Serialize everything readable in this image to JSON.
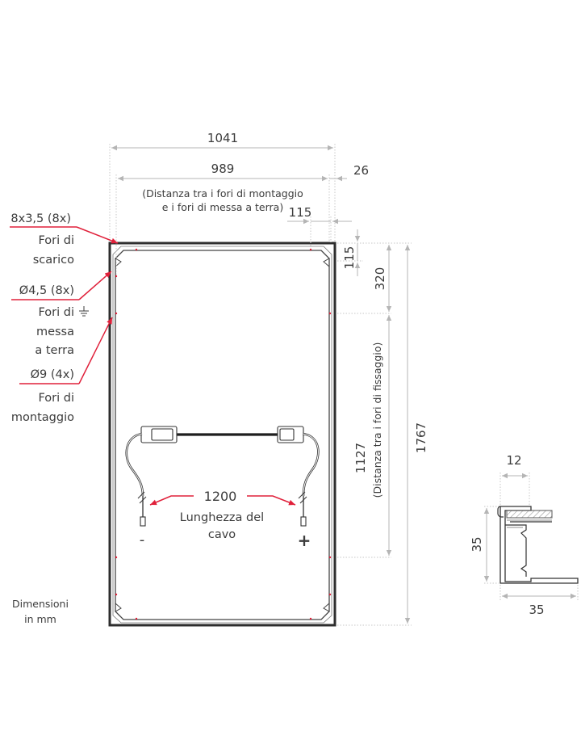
{
  "dimensions": {
    "width_total": "1041",
    "width_holes": "989",
    "holes_note_line1": "(Distanza tra i fori di montaggio",
    "holes_note_line2": "e i fori di messa a terra)",
    "edge_26": "26",
    "offset_115_h": "115",
    "offset_115_v": "115",
    "offset_320": "320",
    "height_fix": "1127",
    "height_fix_note": "(Distanza tra i fori di fissaggio)",
    "height_total": "1767"
  },
  "holes": {
    "drain_size": "8x3,5 (8x)",
    "drain_label_1": "Fori di",
    "drain_label_2": "scarico",
    "ground_size": "Ø4,5 (8x)",
    "ground_label_1": "Fori di",
    "ground_label_2": "messa",
    "ground_label_3": "a terra",
    "mount_size": "Ø9 (4x)",
    "mount_label_1": "Fori di",
    "mount_label_2": "montaggio"
  },
  "cable": {
    "length": "1200",
    "label_1": "Lunghezza del",
    "label_2": "cavo",
    "minus": "-",
    "plus": "+"
  },
  "profile": {
    "top_width": "12",
    "height": "35",
    "bottom_width": "35"
  },
  "units": {
    "line1": "Dimensioni",
    "line2": "in mm"
  },
  "colors": {
    "frame": "#2e2e2e",
    "dimension_line": "#b5b5b5",
    "leader": "#e0203a",
    "hole": "#e0203a",
    "text": "#3c3c3c"
  }
}
